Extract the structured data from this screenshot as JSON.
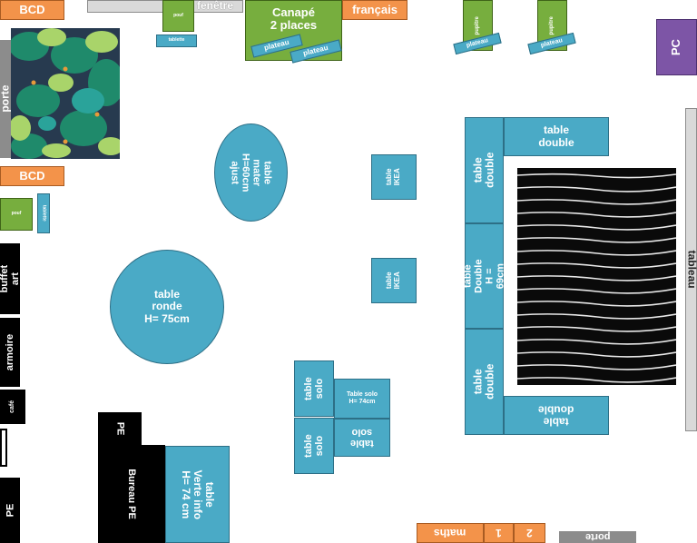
{
  "colors": {
    "teal": "#4aaac6",
    "orange": "#f3934a",
    "green": "#77ae3e",
    "black": "#000000",
    "purple": "#7d55a6",
    "gray": "#d9d9d9"
  },
  "labels": {
    "bcd_top": "BCD",
    "fenetre": "fenêtre",
    "pouf_top": "pouf",
    "tablette_top": "tablette",
    "canape": "Canapé\n2 places",
    "plateau_1": "plateau",
    "plateau_2": "plateau",
    "francais": "français",
    "pupitre_1": "pupitre",
    "plateau_3": "plateau",
    "pupitre_2": "pupitre",
    "plateau_4": "plateau",
    "pc": "PC",
    "porte_left": "porte",
    "bcd_left": "BCD",
    "pouf_left": "pouf",
    "tablette_left": "tablette",
    "table_mater": "table\nmater\nH=60cm\najust",
    "table_ikea_1": "table\nIKEA",
    "table_ikea_2": "table\nIKEA",
    "table_double_top_v": "table\ndouble",
    "table_double_top_h": "table\ndouble",
    "table_double_mid": "table\nDouble\nH = 69cm",
    "table_double_bot_v": "table\ndouble",
    "table_double_bot_h": "table\ndouble",
    "tableau": "tableau",
    "buffet_art": "buffet art",
    "armoire": "armoire",
    "cafe": "café",
    "table_ronde": "table\nronde\nH= 75cm",
    "table_solo_1": "table\nsolo",
    "table_solo_h": "Table solo\nH= 74cm",
    "table_solo_2": "table\nsolo",
    "table_solo_3": "table\nsolo",
    "pe_top": "PE",
    "bureau_pe": "Bureau PE",
    "table_verte": "table\nVerte info\nH= 74 cm",
    "pe_left": "PE",
    "maths": "maths",
    "num_1": "1",
    "num_2": "2",
    "porte_bottom": "porte"
  }
}
